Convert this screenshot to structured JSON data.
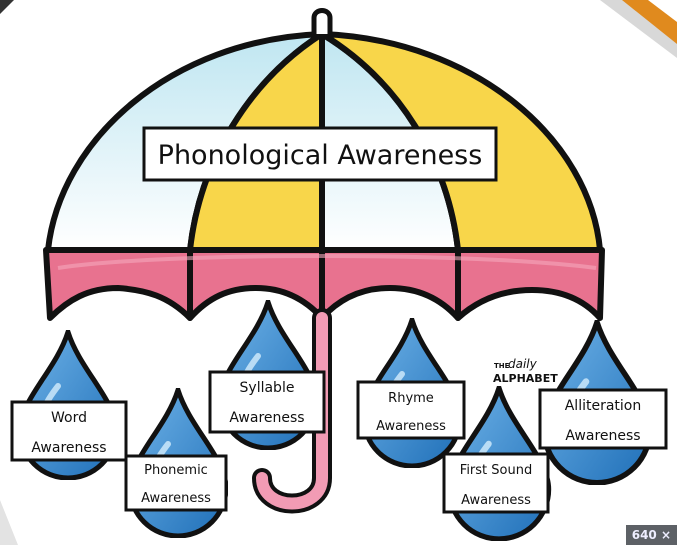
{
  "diagram": {
    "title": "Phonological Awareness",
    "watermark": {
      "line1": "THE",
      "line2": "daily",
      "line3": "ALPHABET"
    },
    "drops": [
      {
        "line1": "Word",
        "line2": "Awareness"
      },
      {
        "line1": "Phonemic",
        "line2": "Awareness"
      },
      {
        "line1": "Syllable",
        "line2": "Awareness"
      },
      {
        "line1": "Rhyme",
        "line2": "Awareness"
      },
      {
        "line1": "First Sound",
        "line2": "Awareness"
      },
      {
        "line1": "Alliteration",
        "line2": "Awareness"
      }
    ]
  },
  "badge": "640 ×",
  "colors": {
    "canopy_blue": "#d5eef5",
    "canopy_yellow": "#f8d64a",
    "trim_pink": "#e8728f",
    "handle_pink": "#f29bb4",
    "drop_blue": "#3f8fd2",
    "corner_orange": "#e08a1e"
  }
}
